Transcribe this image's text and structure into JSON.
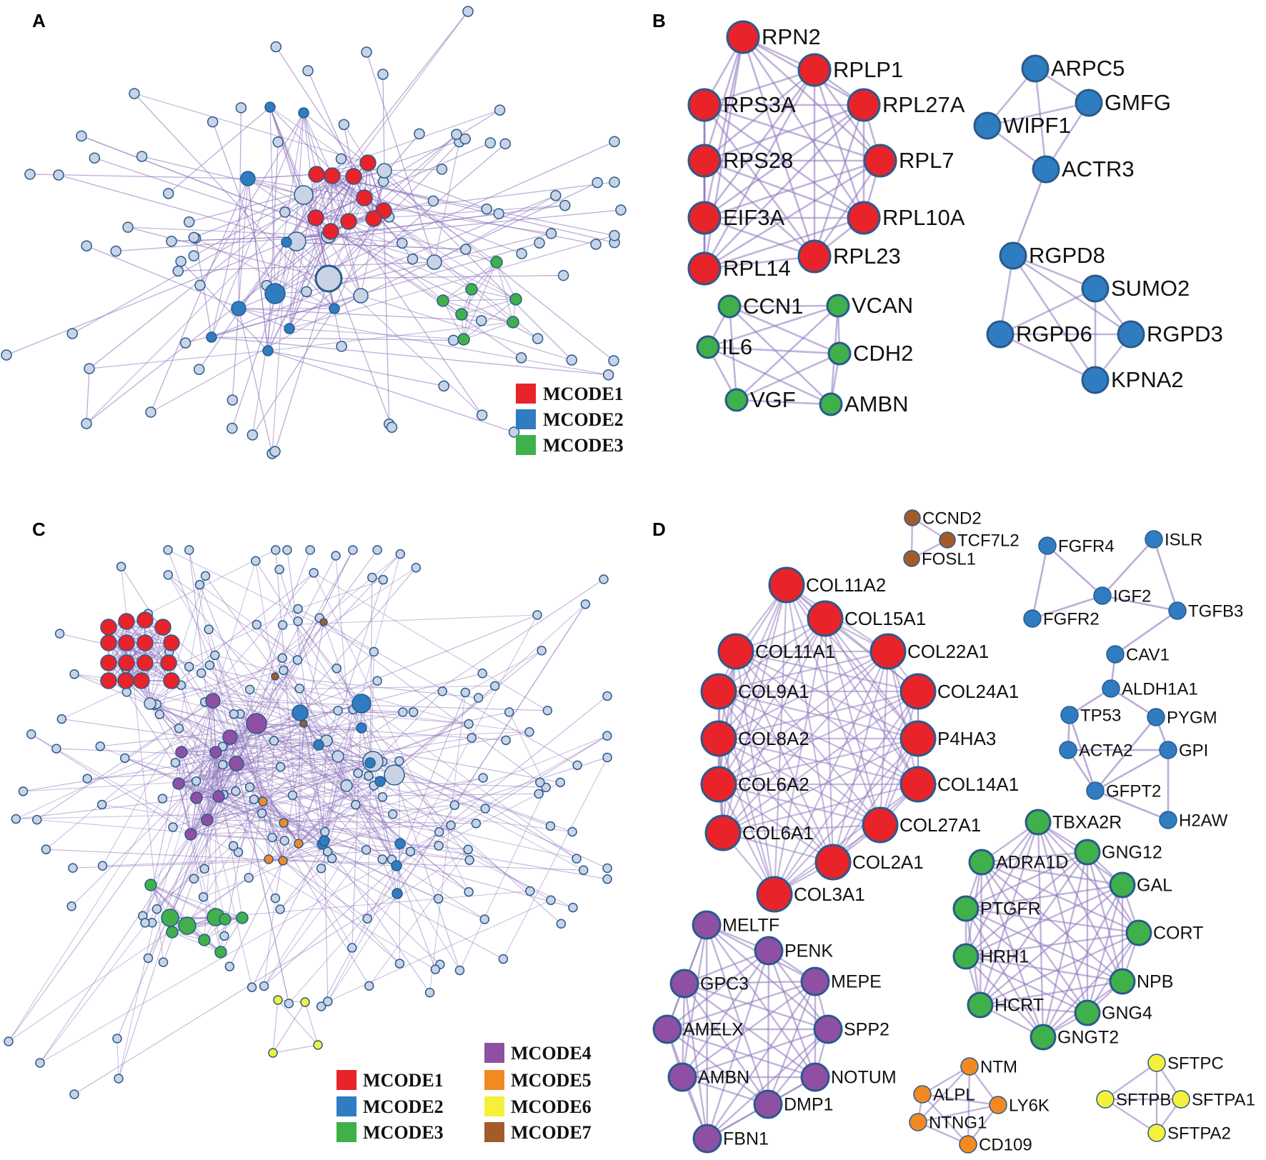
{
  "colors": {
    "edge": "#8e76bd",
    "node_stroke": "#2a5a8c",
    "background_node": "#c8d3e6",
    "MCODE1": "#e8232a",
    "MCODE2": "#2f7cc0",
    "MCODE3": "#3fb04a",
    "MCODE4": "#8f4fa3",
    "MCODE5": "#f28a21",
    "MCODE6": "#f5f03a",
    "MCODE7": "#a35b2c"
  },
  "panels": {
    "A": {
      "letter": "A",
      "legend": [
        "MCODE1",
        "MCODE2",
        "MCODE3"
      ]
    },
    "B": {
      "letter": "B",
      "clusters": [
        {
          "color": "MCODE1",
          "genes": [
            "RPN2",
            "RPLP1",
            "RPS3A",
            "RPL27A",
            "RPS28",
            "RPL7",
            "EIF3A",
            "RPL10A",
            "RPL14",
            "RPL23"
          ]
        },
        {
          "color": "MCODE2",
          "genes": [
            "ARPC5",
            "GMFG",
            "WIPF1",
            "ACTR3"
          ]
        },
        {
          "color": "MCODE2",
          "genes": [
            "RGPD8",
            "SUMO2",
            "RGPD6",
            "RGPD3",
            "KPNA2"
          ]
        },
        {
          "color": "MCODE3",
          "genes": [
            "CCN1",
            "VCAN",
            "IL6",
            "CDH2",
            "VGF",
            "AMBN"
          ]
        }
      ]
    },
    "C": {
      "letter": "C",
      "legend": [
        "MCODE1",
        "MCODE2",
        "MCODE3",
        "MCODE4",
        "MCODE5",
        "MCODE6",
        "MCODE7"
      ]
    },
    "D": {
      "letter": "D",
      "clusters": [
        {
          "color": "MCODE7",
          "genes": [
            "CCND2",
            "TCF7L2",
            "FOSL1"
          ]
        },
        {
          "color": "MCODE2",
          "genes": [
            "FGFR4",
            "ISLR",
            "IGF2",
            "FGFR2",
            "TGFB3",
            "CAV1",
            "ALDH1A1",
            "TP53",
            "PYGM",
            "ACTA2",
            "GPI",
            "GFPT2",
            "H2AW"
          ]
        },
        {
          "color": "MCODE1",
          "genes": [
            "COL11A2",
            "COL15A1",
            "COL11A1",
            "COL22A1",
            "COL9A1",
            "COL24A1",
            "COL8A2",
            "P4HA3",
            "COL6A2",
            "COL14A1",
            "COL6A1",
            "COL27A1",
            "COL2A1",
            "COL3A1"
          ]
        },
        {
          "color": "MCODE3",
          "genes": [
            "TBXA2R",
            "ADRA1D",
            "GNG12",
            "GAL",
            "PTGFR",
            "CORT",
            "HRH1",
            "NPB",
            "HCRT",
            "GNG4",
            "GNGT2"
          ]
        },
        {
          "color": "MCODE4",
          "genes": [
            "MELTF",
            "PENK",
            "GPC3",
            "MEPE",
            "AMELX",
            "SPP2",
            "AMBN",
            "NOTUM",
            "DMP1",
            "FBN1"
          ]
        },
        {
          "color": "MCODE5",
          "genes": [
            "NTM",
            "ALPL",
            "LY6K",
            "NTNG1",
            "CD109"
          ]
        },
        {
          "color": "MCODE6",
          "genes": [
            "SFTPC",
            "SFTPB",
            "SFTPA1",
            "SFTPA2"
          ]
        }
      ]
    }
  }
}
